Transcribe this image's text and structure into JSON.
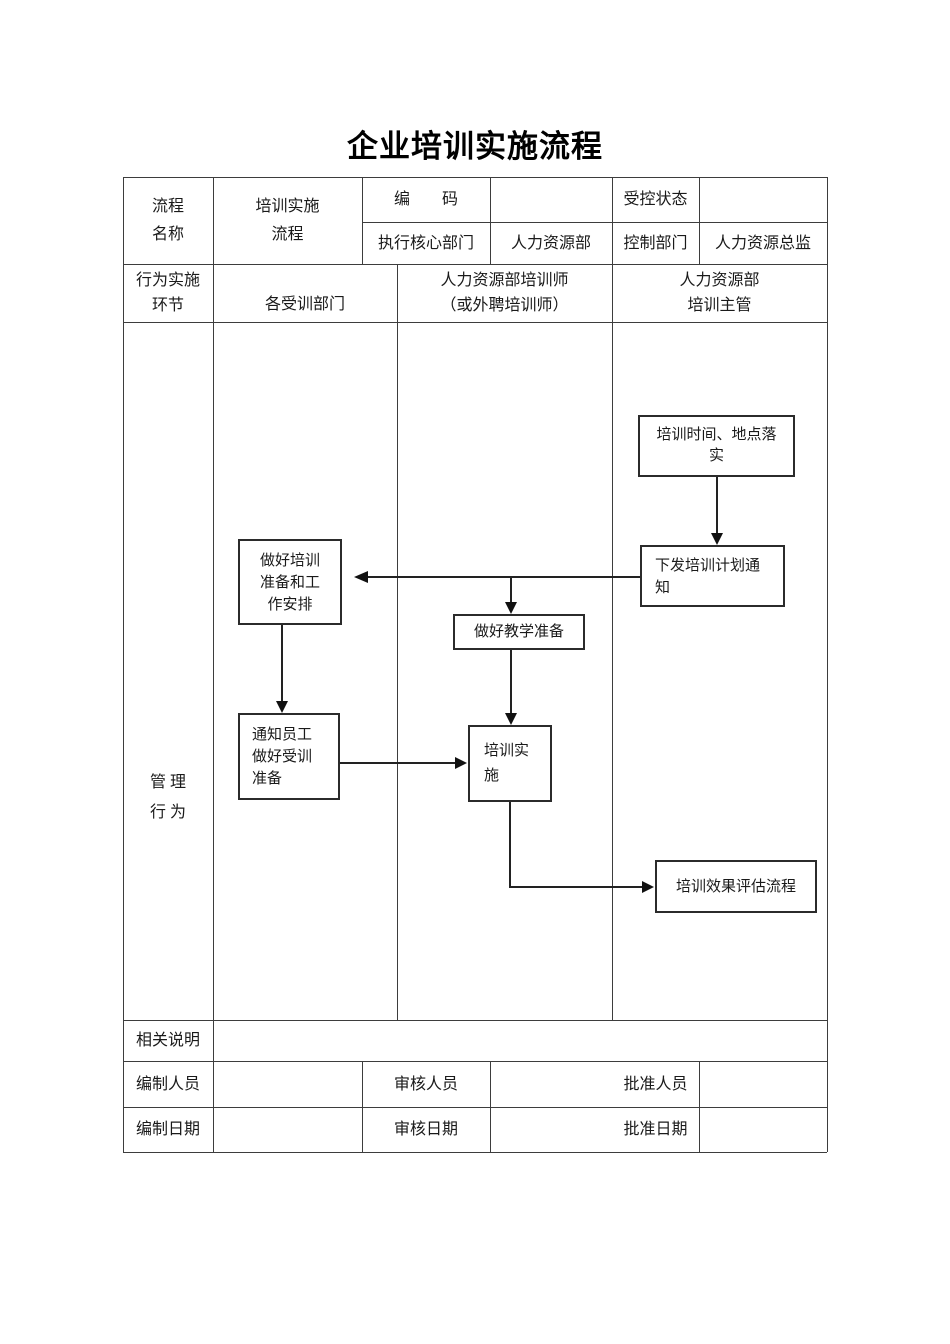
{
  "page_title": "企业培训实施流程",
  "header": {
    "process_name_label": "流程\n名称",
    "process_name_value": "培训实施\n流程",
    "code_label": "编　　码",
    "code_value": "",
    "controlled_state_label": "受控状态",
    "controlled_state_value": "",
    "core_dept_label": "执行核心部门",
    "core_dept_value": "人力资源部",
    "control_dept_label": "控制部门",
    "control_dept_value": "人力资源总监"
  },
  "lanes": {
    "row_label": "行为实施\n环节",
    "lane1": "各受训部门",
    "lane2": "人力资源部培训师\n（或外聘培训师）",
    "lane3": "人力资源部\n培训主管"
  },
  "management": {
    "label": "管 理\n行 为"
  },
  "flowchart": {
    "boxes": {
      "schedule": "培训时间、地点落\n实",
      "notice": "下发培训计划通\n知",
      "prepare": "做好培训\n准备和工\n作安排",
      "teach": "做好教学准备",
      "notify": "通知员工\n做好受训\n准备",
      "implement": "培训实\n施",
      "evaluate": "培训效果评估流程"
    },
    "flow": [
      {
        "from": "培训时间、地点落实",
        "to": "下发培训计划通知"
      },
      {
        "from": "下发培训计划通知",
        "to": "做好培训准备和工作安排"
      },
      {
        "from": "下发培训计划通知",
        "to": "做好教学准备"
      },
      {
        "from": "做好培训准备和工作安排",
        "to": "通知员工做好受训准备"
      },
      {
        "from": "通知员工做好受训准备",
        "to": "培训实施"
      },
      {
        "from": "做好教学准备",
        "to": "培训实施"
      },
      {
        "from": "培训实施",
        "to": "培训效果评估流程"
      }
    ]
  },
  "footer": {
    "notes_label": "相关说明",
    "notes_value": "",
    "author_label": "编制人员",
    "author_value": "",
    "reviewer_label": "审核人员",
    "reviewer_value": "",
    "approver_label": "批准人员",
    "approver_value": "",
    "author_date_label": "编制日期",
    "author_date_value": "",
    "review_date_label": "审核日期",
    "review_date_value": "",
    "approve_date_label": "批准日期",
    "approve_date_value": ""
  },
  "colors": {
    "grid_line": "#3d3d3d",
    "box_border": "#2b2b2b",
    "text": "#1a1a1a",
    "background": "#ffffff"
  }
}
